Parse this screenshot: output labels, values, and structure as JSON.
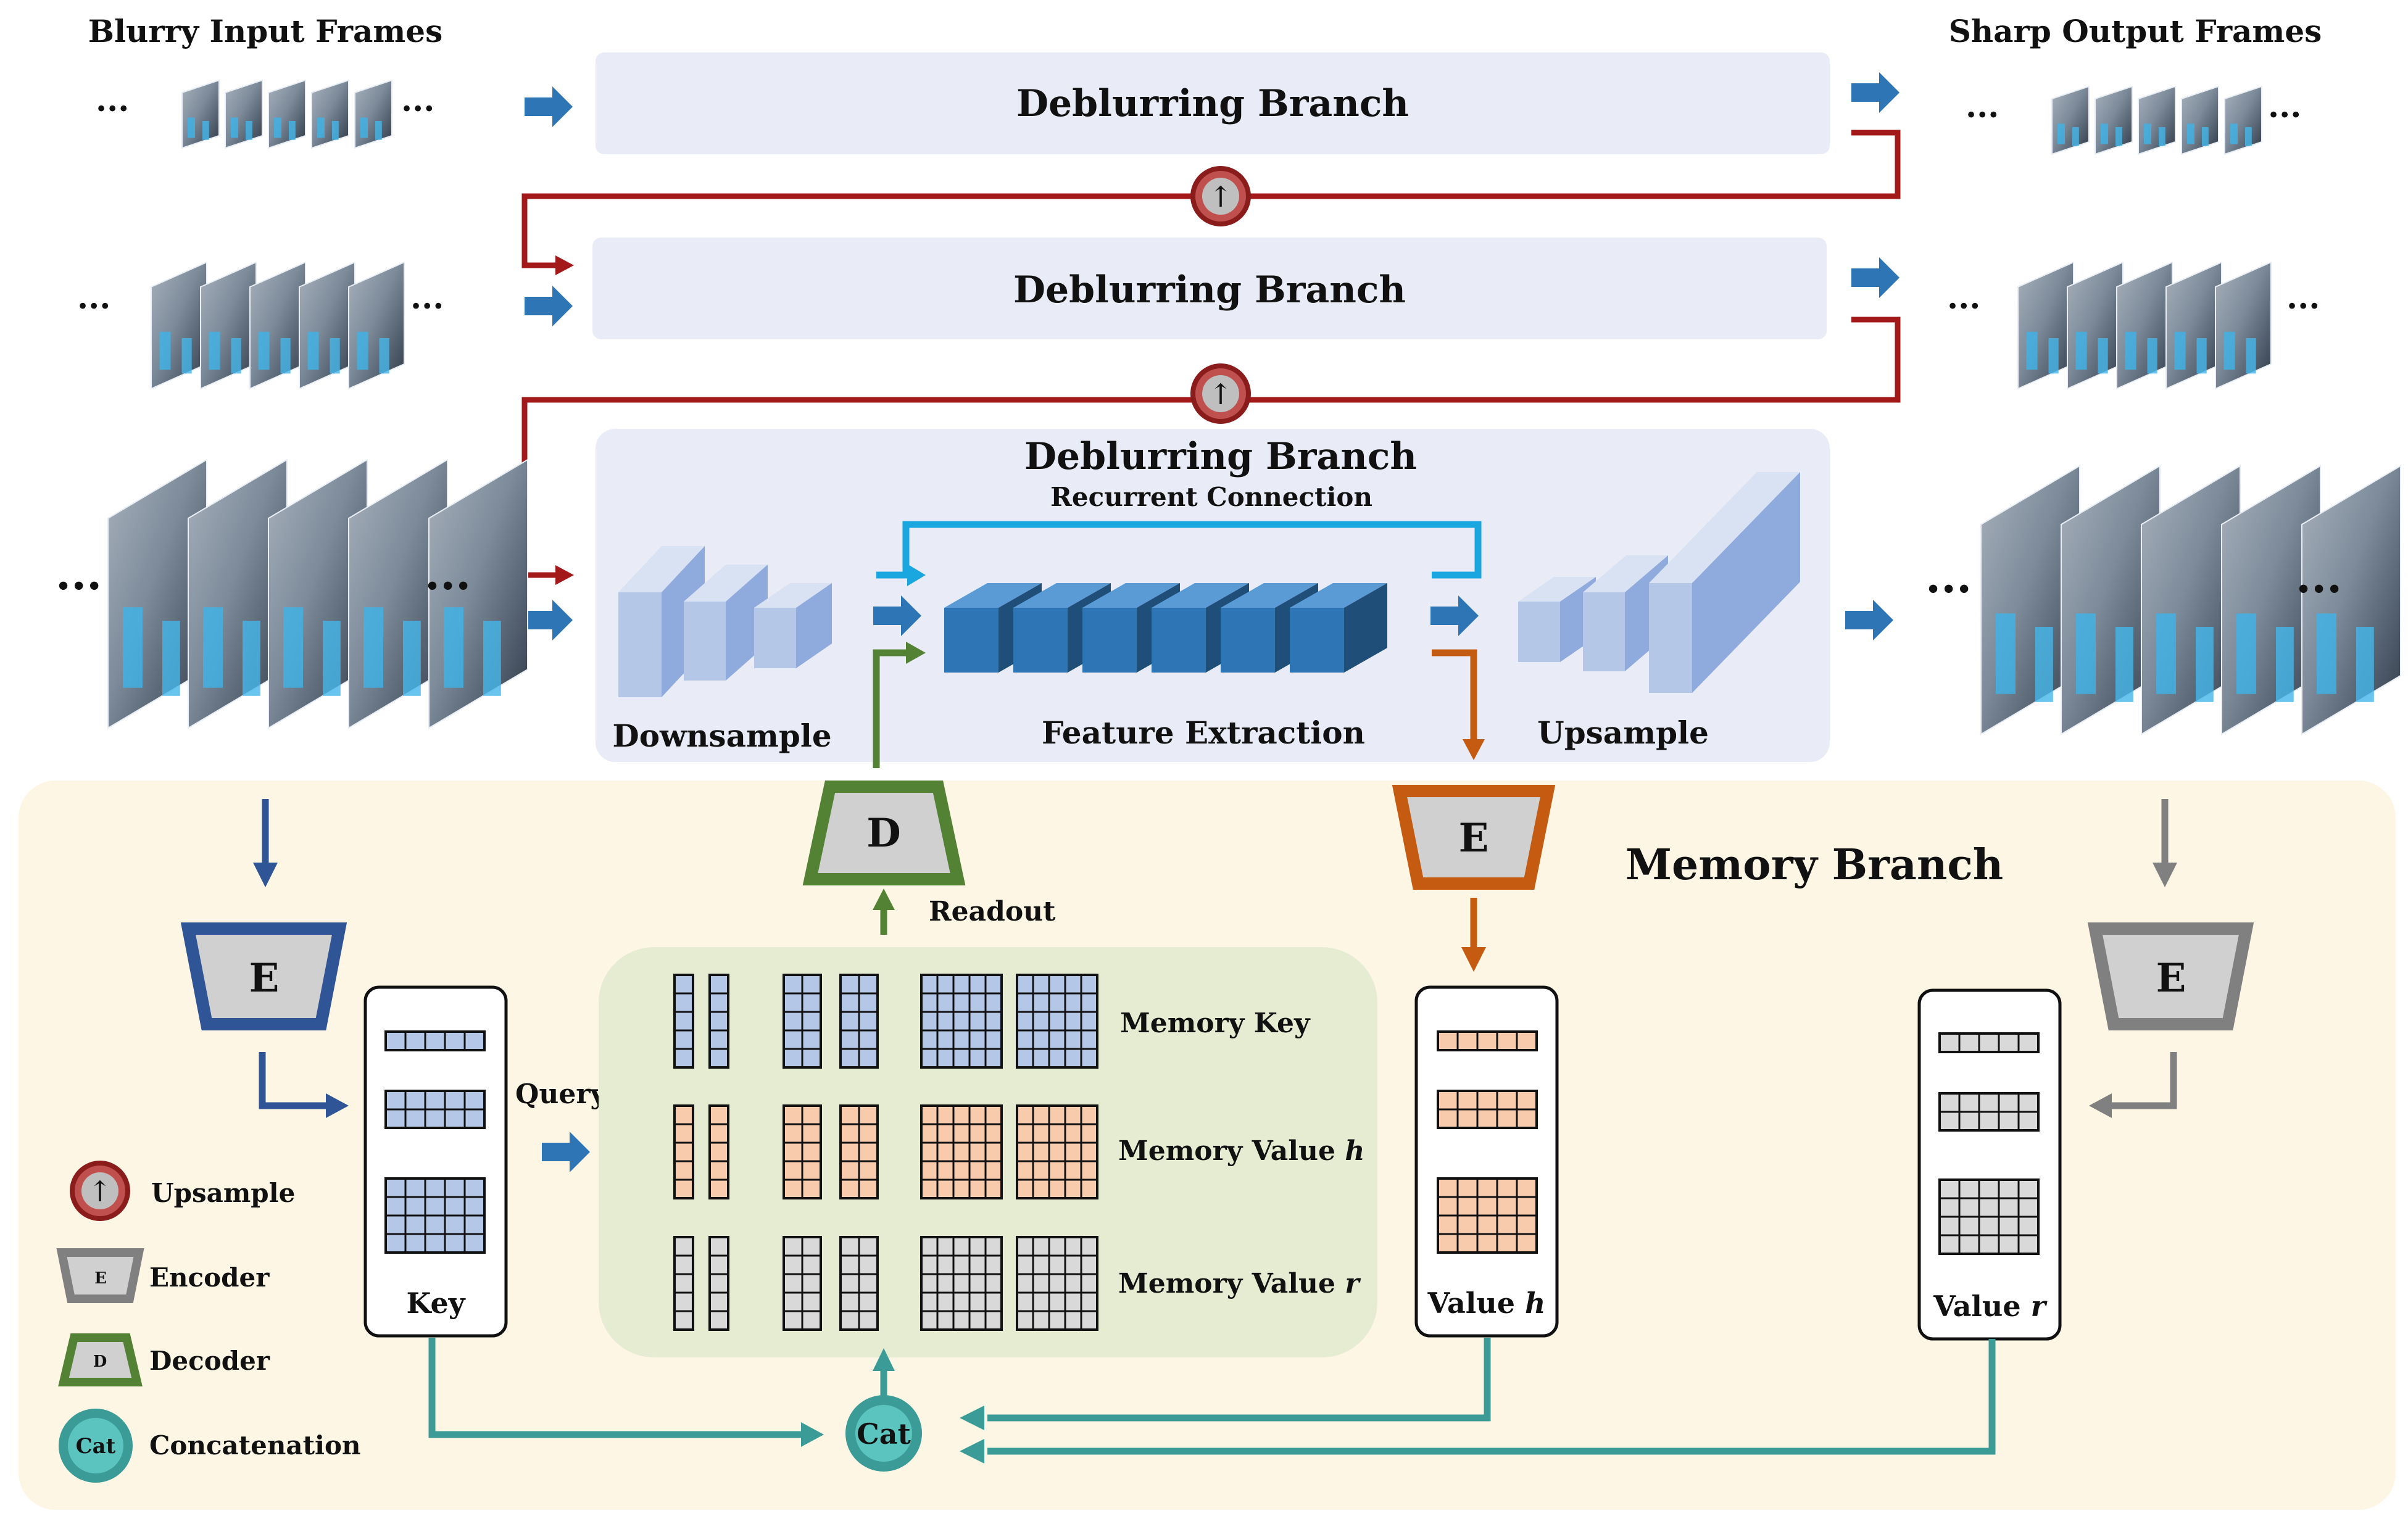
{
  "headers": {
    "input": "Blurry Input Frames",
    "output": "Sharp Output Frames"
  },
  "branches": [
    {
      "title": "Deblurring Branch"
    },
    {
      "title": "Deblurring Branch"
    },
    {
      "title": "Deblurring Branch",
      "subtitle": "Recurrent Connection",
      "stages": {
        "down": "Downsample",
        "feat": "Feature Extraction",
        "up": "Upsample"
      }
    }
  ],
  "ellipsis": "...",
  "upsample_symbol": "↑",
  "memory": {
    "title": "Memory Branch",
    "encoder_letter": "E",
    "decoder_letter": "D",
    "readout": "Readout",
    "query": "Query",
    "key_label": "Key",
    "value_h_label": "Value",
    "value_h_italic": "h",
    "value_r_label": "Value",
    "value_r_italic": "r",
    "mem_rows": [
      {
        "label": "Memory Key",
        "italic": ""
      },
      {
        "label": "Memory Value",
        "italic": "h"
      },
      {
        "label": "Memory Value",
        "italic": "r"
      }
    ],
    "cat": "Cat"
  },
  "legend": [
    {
      "icon": "upsample",
      "label": "Upsample"
    },
    {
      "icon": "encoder",
      "label": "Encoder"
    },
    {
      "icon": "decoder",
      "label": "Decoder"
    },
    {
      "icon": "cat",
      "label": "Concatenation"
    }
  ],
  "colors": {
    "branch_bg": "#e9ecf7",
    "memory_bg": "#fdf6e4",
    "mem_panel": "#e6ecd2",
    "red": "#a31919",
    "blue_arrow": "#2e75b6",
    "light_blue": "#1aa7e0",
    "green": "#548235",
    "orange": "#c55a11",
    "teal": "#3a9b97",
    "dark_blue": "#2f5597",
    "gray": "#808080",
    "key_cell": "#b4c7e7",
    "h_cell": "#f8cbad",
    "r_cell": "#d9d9d9"
  }
}
